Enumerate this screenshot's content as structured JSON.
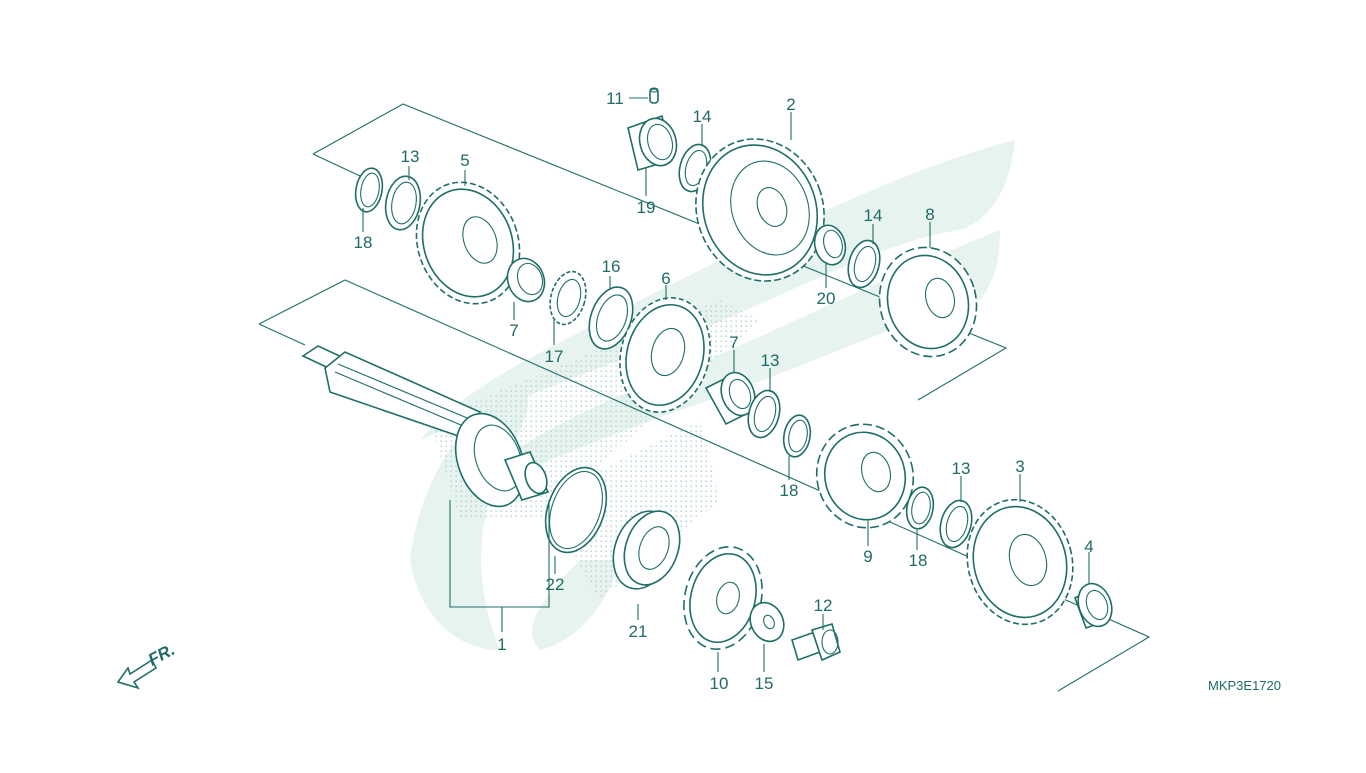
{
  "diagram": {
    "drawing_code": "MKP3E1720",
    "front_marker": "FR.",
    "colors": {
      "line": "#1e6e68",
      "watermark": "#e6f3ee",
      "dots": "#bcd9d3"
    },
    "callouts": [
      {
        "id": "c1",
        "text": "1"
      },
      {
        "id": "c2",
        "text": "2"
      },
      {
        "id": "c3",
        "text": "3"
      },
      {
        "id": "c4",
        "text": "4"
      },
      {
        "id": "c5",
        "text": "5"
      },
      {
        "id": "c6",
        "text": "6"
      },
      {
        "id": "c7a",
        "text": "7"
      },
      {
        "id": "c7b",
        "text": "7"
      },
      {
        "id": "c8",
        "text": "8"
      },
      {
        "id": "c9",
        "text": "9"
      },
      {
        "id": "c10",
        "text": "10"
      },
      {
        "id": "c11",
        "text": "11"
      },
      {
        "id": "c12",
        "text": "12"
      },
      {
        "id": "c13a",
        "text": "13"
      },
      {
        "id": "c13b",
        "text": "13"
      },
      {
        "id": "c13c",
        "text": "13"
      },
      {
        "id": "c14a",
        "text": "14"
      },
      {
        "id": "c14b",
        "text": "14"
      },
      {
        "id": "c15",
        "text": "15"
      },
      {
        "id": "c16",
        "text": "16"
      },
      {
        "id": "c17",
        "text": "17"
      },
      {
        "id": "c18a",
        "text": "18"
      },
      {
        "id": "c18b",
        "text": "18"
      },
      {
        "id": "c18c",
        "text": "18"
      },
      {
        "id": "c19",
        "text": "19"
      },
      {
        "id": "c20",
        "text": "20"
      },
      {
        "id": "c21",
        "text": "21"
      },
      {
        "id": "c22",
        "text": "22"
      }
    ]
  }
}
